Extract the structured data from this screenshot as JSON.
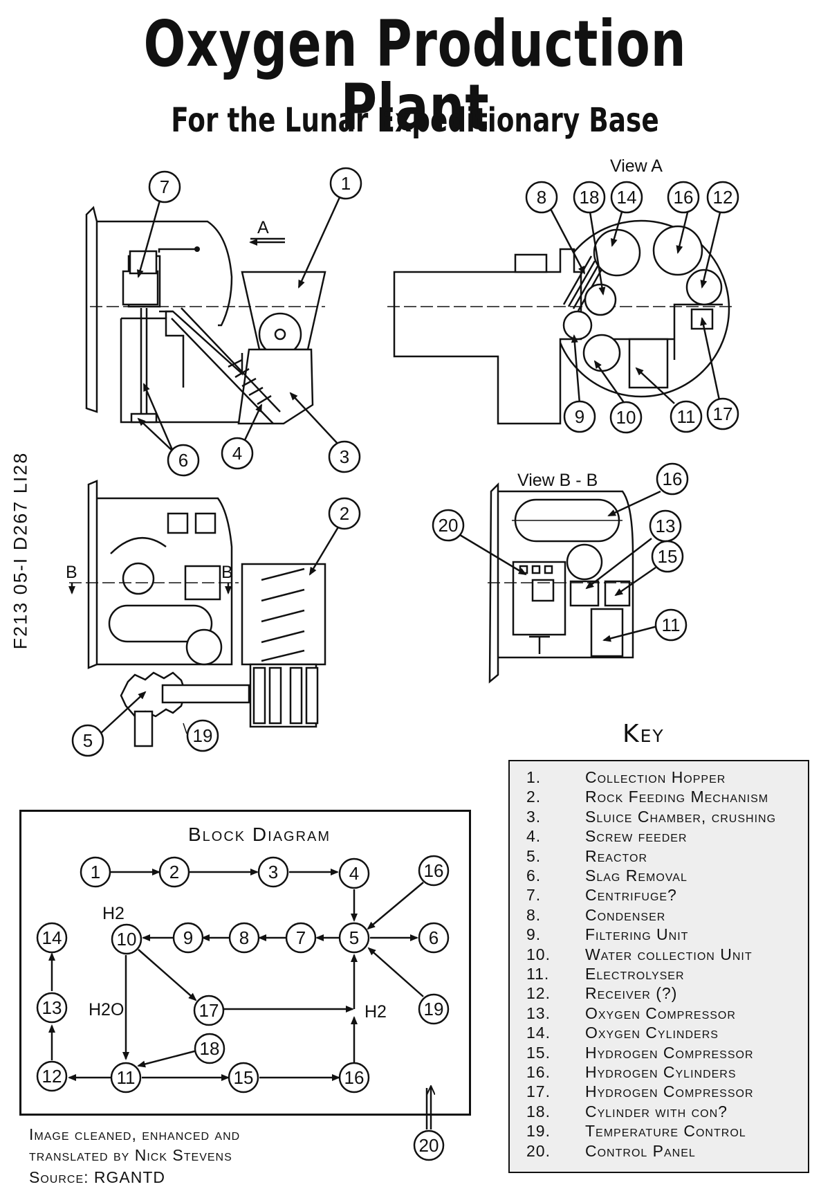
{
  "title": "Oxygen Production Plant",
  "subtitle": "For the Lunar Expeditionary Base",
  "side_code": "F213 05-I D267 LI28",
  "views": {
    "view_a": "View A",
    "view_bb": "View B - B",
    "arrow_a": "A",
    "section_b_left": "B",
    "section_b_right": "B"
  },
  "key": {
    "title": "Key",
    "items": [
      {
        "num": "1.",
        "label": "Collection Hopper"
      },
      {
        "num": "2.",
        "label": "Rock Feeding Mechanism"
      },
      {
        "num": "3.",
        "label": "Sluice Chamber, crushing"
      },
      {
        "num": "4.",
        "label": "Screw feeder"
      },
      {
        "num": "5.",
        "label": "Reactor"
      },
      {
        "num": "6.",
        "label": "Slag Removal"
      },
      {
        "num": "7.",
        "label": "Centrifuge?"
      },
      {
        "num": "8.",
        "label": "Condenser"
      },
      {
        "num": "9.",
        "label": "Filtering Unit"
      },
      {
        "num": "10.",
        "label": "Water collection Unit"
      },
      {
        "num": "11.",
        "label": "Electrolyser"
      },
      {
        "num": "12.",
        "label": "Receiver (?)"
      },
      {
        "num": "13.",
        "label": "Oxygen Compressor"
      },
      {
        "num": "14.",
        "label": "Oxygen Cylinders"
      },
      {
        "num": "15.",
        "label": "Hydrogen Compressor"
      },
      {
        "num": "16.",
        "label": "Hydrogen Cylinders"
      },
      {
        "num": "17.",
        "label": "Hydrogen Compressor"
      },
      {
        "num": "18.",
        "label": "Cylinder with con?"
      },
      {
        "num": "19.",
        "label": "Temperature Control"
      },
      {
        "num": "20.",
        "label": "Control Panel"
      }
    ]
  },
  "block_diagram": {
    "title": "Block Diagram",
    "labels": {
      "h2_top": "H2",
      "h2o": "H2O",
      "h2_right": "H2"
    },
    "nodes": [
      "1",
      "2",
      "3",
      "4",
      "5",
      "6",
      "7",
      "8",
      "9",
      "10",
      "11",
      "12",
      "13",
      "14",
      "15",
      "16",
      "17",
      "18",
      "19",
      "20"
    ]
  },
  "callouts": {
    "c1": "1",
    "c2": "2",
    "c3": "3",
    "c4": "4",
    "c5": "5",
    "c6": "6",
    "c7": "7",
    "c8": "8",
    "c9": "9",
    "c10": "10",
    "c11a": "11",
    "c11b": "11",
    "c12": "12",
    "c13": "13",
    "c14": "14",
    "c15": "15",
    "c16a": "16",
    "c16b": "16",
    "c17": "17",
    "c18": "18",
    "c19": "19",
    "c20": "20"
  },
  "credits": {
    "line1": "Image cleaned, enhanced and",
    "line2": "translated by Nick Stevens",
    "line3": "Source: RGANTD"
  }
}
